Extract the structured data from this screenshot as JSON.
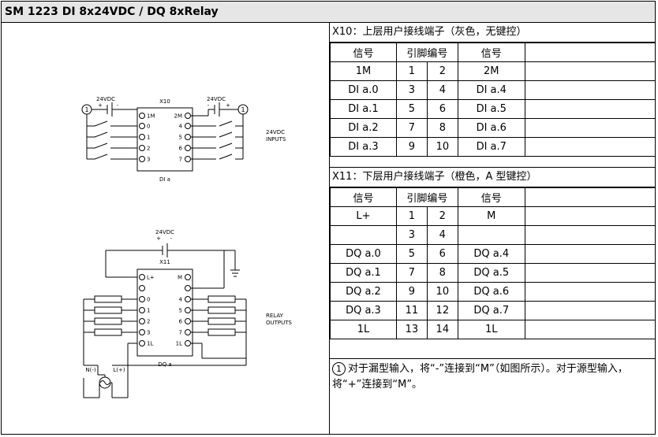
{
  "header": {
    "title": "SM 1223 DI 8x24VDC / DQ 8xRelay"
  },
  "diagram": {
    "top": {
      "label_left": "24VDC",
      "label_right": "24VDC",
      "sign_plus": "+",
      "sign_minus": "-",
      "terminal_block": "X10",
      "pins_left": [
        "1M",
        "0",
        "1",
        "2",
        "3"
      ],
      "pins_right": [
        "2M",
        "4",
        "5",
        "6",
        "7"
      ],
      "group_label": "DI a",
      "side_label_1": "24VDC",
      "side_label_2": "INPUTS",
      "callout": "1"
    },
    "bottom": {
      "supply_label": "24VDC",
      "sign_plus": "+",
      "sign_minus": "-",
      "terminal_block": "X11",
      "pins_left": [
        "L+",
        "",
        "0",
        "1",
        "2",
        "3",
        "1L"
      ],
      "pins_right": [
        "M",
        "",
        "4",
        "5",
        "6",
        "7",
        "1L"
      ],
      "group_label": "DQ a",
      "side_label_1": "RELAY",
      "side_label_2": "OUTPUTS",
      "n_label": "N(-)",
      "l_label": "L(+)"
    }
  },
  "x10": {
    "title": "X10：上层用户接线端子（灰色，无键控）",
    "header": [
      "信号",
      "引脚编号",
      "信号"
    ],
    "rows": [
      [
        "1M",
        "1",
        "2",
        "2M"
      ],
      [
        "DI a.0",
        "3",
        "4",
        "DI a.4"
      ],
      [
        "DI a.1",
        "5",
        "6",
        "DI a.5"
      ],
      [
        "DI a.2",
        "7",
        "8",
        "DI a.6"
      ],
      [
        "DI a.3",
        "9",
        "10",
        "DI a.7"
      ]
    ]
  },
  "x11": {
    "title": "X11：下层用户接线端子（橙色，A 型键控）",
    "header": [
      "信号",
      "引脚编号",
      "信号"
    ],
    "rows": [
      [
        "L+",
        "1",
        "2",
        "M"
      ],
      [
        "",
        "3",
        "4",
        ""
      ],
      [
        "DQ a.0",
        "5",
        "6",
        "DQ a.4"
      ],
      [
        "DQ a.1",
        "7",
        "8",
        "DQ a.5"
      ],
      [
        "DQ a.2",
        "9",
        "10",
        "DQ a.6"
      ],
      [
        "DQ a.3",
        "11",
        "12",
        "DQ a.7"
      ],
      [
        "1L",
        "13",
        "14",
        "1L"
      ]
    ]
  },
  "note": {
    "marker": "1",
    "text": "对于漏型输入，将“-”连接到“M”（如图所示）。对于源型输入，将“+”连接到“M”。"
  }
}
